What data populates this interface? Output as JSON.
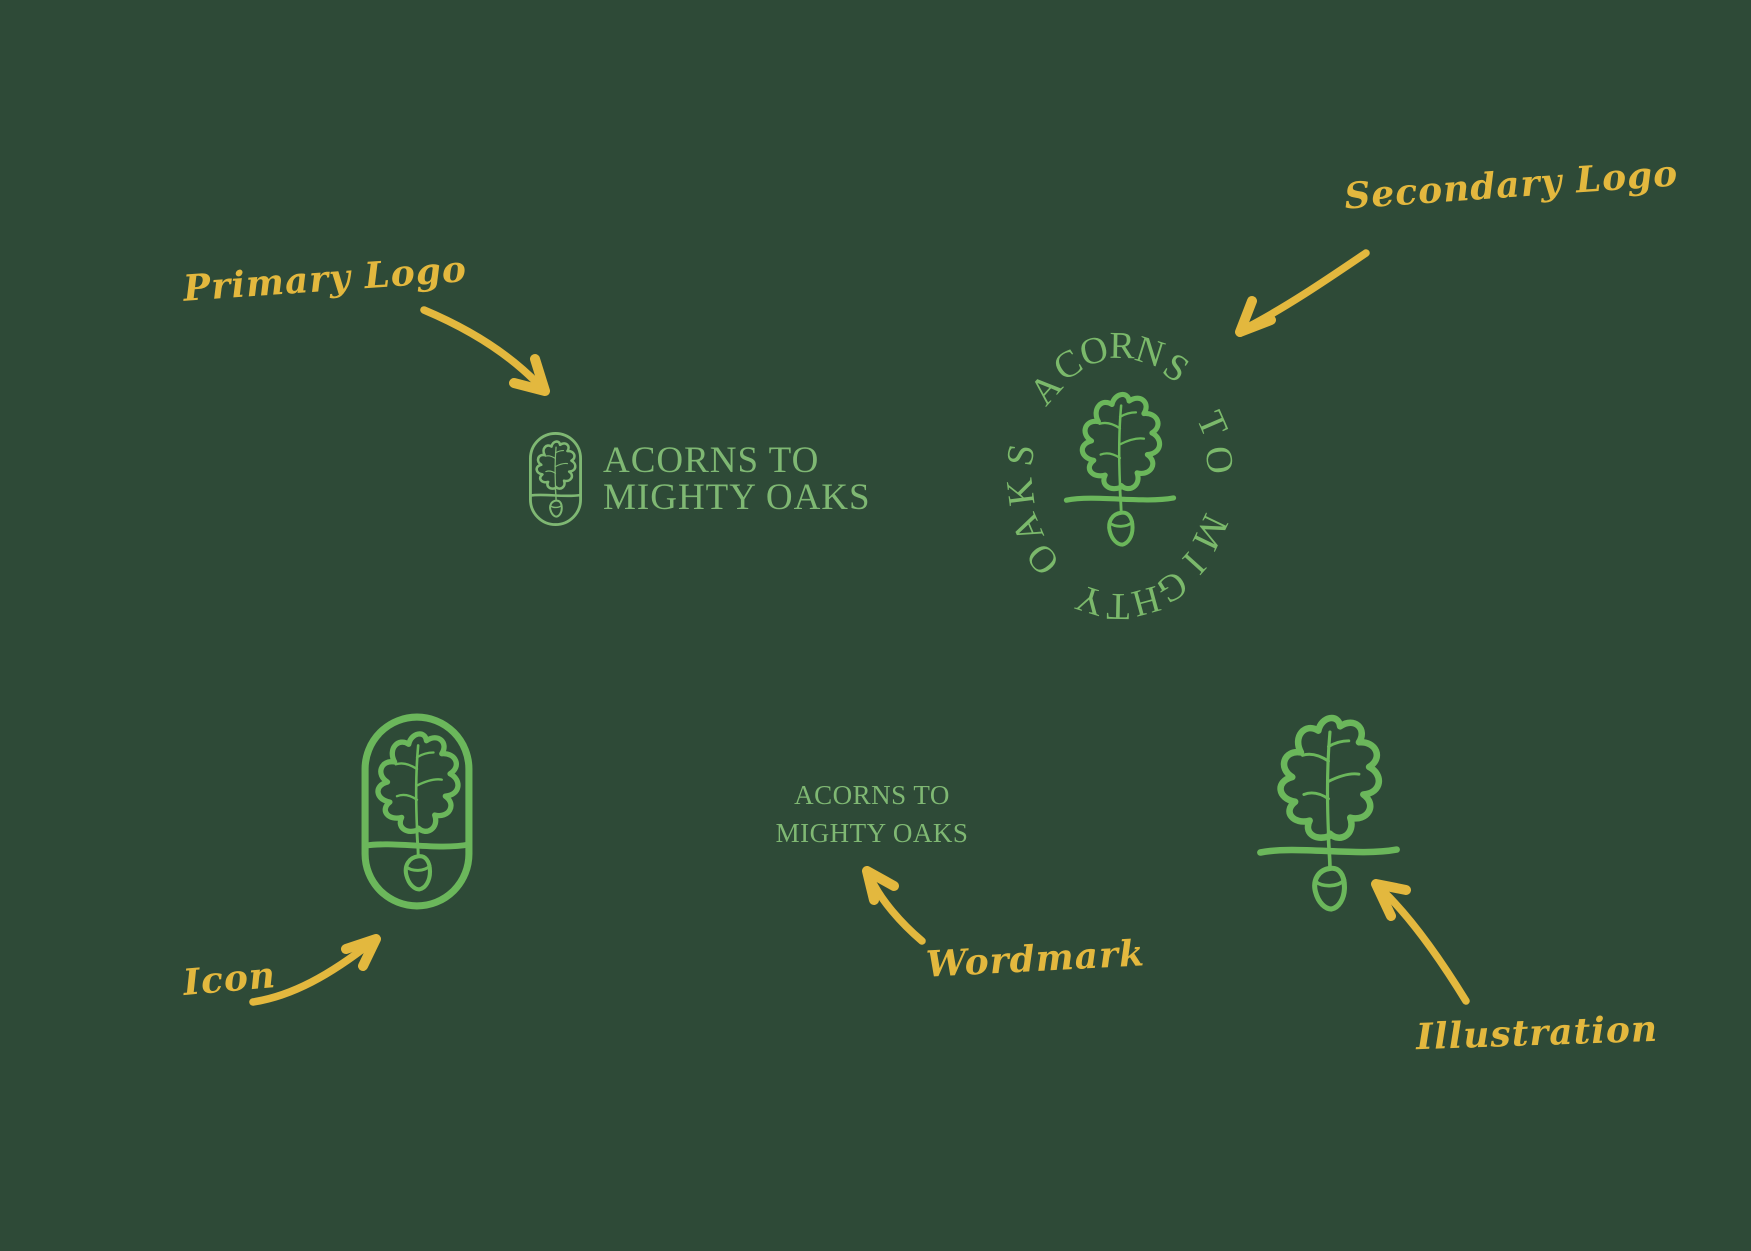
{
  "colors": {
    "background": "#2e4a37",
    "sage_green": "#7fb873",
    "leaf_green": "#6bb75b",
    "circle_green": "#7bb96b",
    "accent_yellow": "#e3b83e"
  },
  "labels": {
    "primary": "Primary Logo",
    "secondary": "Secondary Logo",
    "icon": "Icon",
    "wordmark": "Wordmark",
    "illustration": "Illustration"
  },
  "brand": {
    "name_line1": "ACORNS TO",
    "name_line2": "MIGHTY OAKS",
    "circular_text": "ACORNS TO MIGHTY OAKS"
  }
}
